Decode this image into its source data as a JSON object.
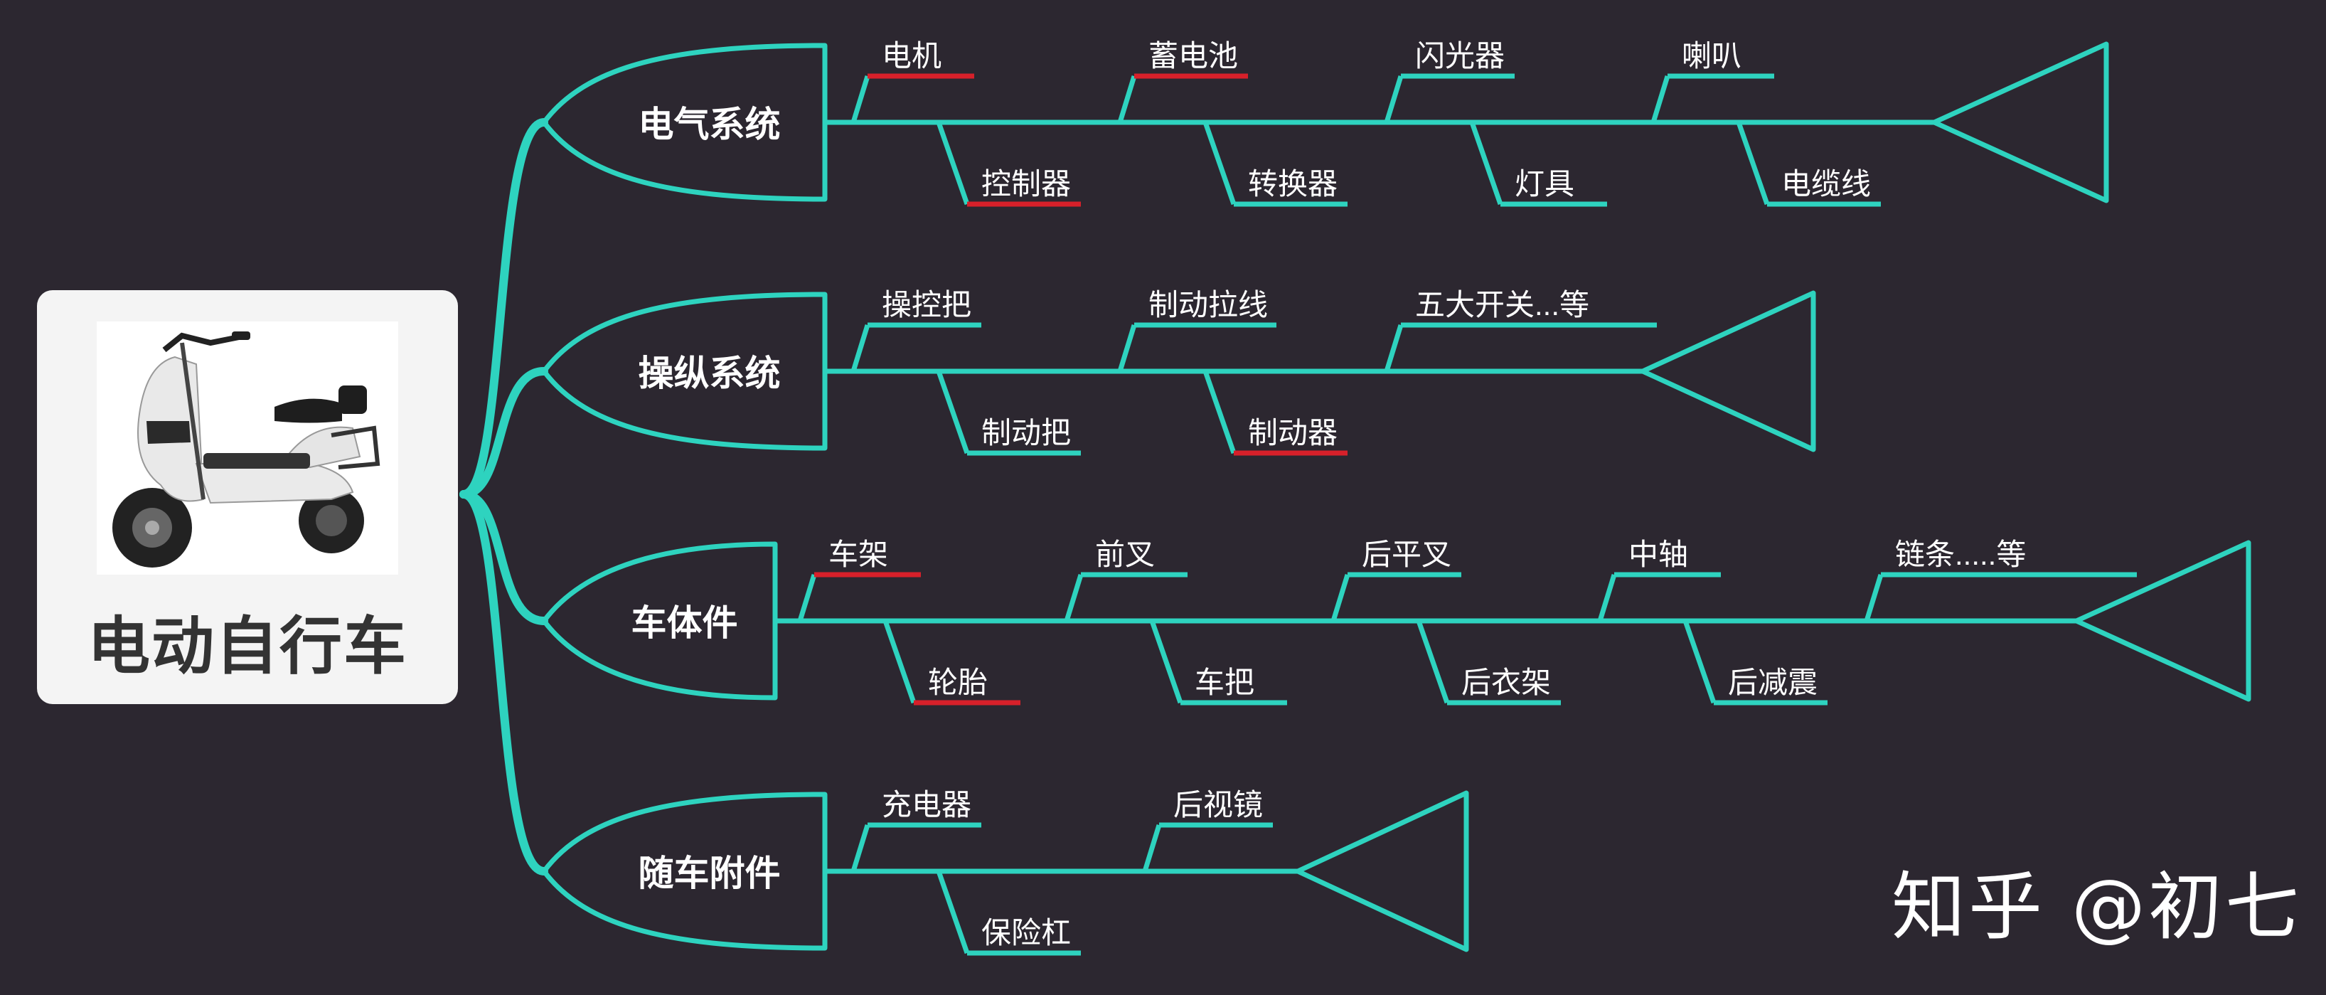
{
  "root": {
    "title": "电动自行车",
    "photo_icon": "electric-scooter-photo"
  },
  "watermark": "知乎 @初七",
  "colors": {
    "background": "#2c2730",
    "line": "#2ed3bf",
    "highlight": "#d7202a",
    "card": "#f4f4f4",
    "text": "#ffffff"
  },
  "branches": [
    {
      "name": "电气系统",
      "items": [
        {
          "label": "电机",
          "highlight": true
        },
        {
          "label": "控制器",
          "highlight": true
        },
        {
          "label": "蓄电池",
          "highlight": true
        },
        {
          "label": "转换器",
          "highlight": false
        },
        {
          "label": "闪光器",
          "highlight": false
        },
        {
          "label": "灯具",
          "highlight": false
        },
        {
          "label": "喇叭",
          "highlight": false
        },
        {
          "label": "电缆线",
          "highlight": false
        }
      ]
    },
    {
      "name": "操纵系统",
      "items": [
        {
          "label": "操控把",
          "highlight": false
        },
        {
          "label": "制动把",
          "highlight": false
        },
        {
          "label": "制动拉线",
          "highlight": false
        },
        {
          "label": "制动器",
          "highlight": true
        },
        {
          "label": "五大开关...等",
          "highlight": false
        }
      ]
    },
    {
      "name": "车体件",
      "items": [
        {
          "label": "车架",
          "highlight": true
        },
        {
          "label": "轮胎",
          "highlight": true
        },
        {
          "label": "前叉",
          "highlight": false
        },
        {
          "label": "车把",
          "highlight": false
        },
        {
          "label": "后平叉",
          "highlight": false
        },
        {
          "label": "后衣架",
          "highlight": false
        },
        {
          "label": "中轴",
          "highlight": false
        },
        {
          "label": "后减震",
          "highlight": false
        },
        {
          "label": "链条.....等",
          "highlight": false
        }
      ]
    },
    {
      "name": "随车附件",
      "items": [
        {
          "label": "充电器",
          "highlight": false
        },
        {
          "label": "保险杠",
          "highlight": false
        },
        {
          "label": "后视镜",
          "highlight": false
        }
      ]
    }
  ]
}
